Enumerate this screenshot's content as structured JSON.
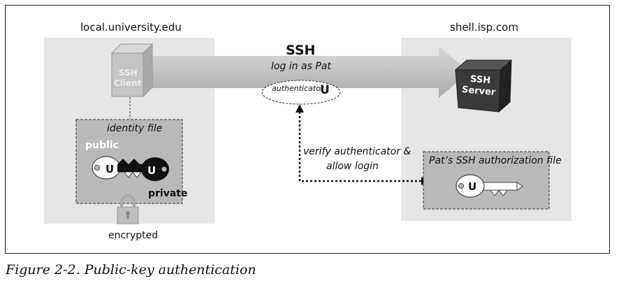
{
  "client": {
    "host": "local.university.edu",
    "box_label_line1": "SSH",
    "box_label_line2": "Client",
    "identity_file_label": "identity file",
    "public_label": "public",
    "private_label": "private",
    "encrypted_label": "encrypted",
    "key_letter": "U"
  },
  "server": {
    "host": "shell.isp.com",
    "box_label_line1": "SSH",
    "box_label_line2": "Server",
    "auth_file_label": "Pat’s SSH authorization file",
    "key_letter": "U"
  },
  "connection": {
    "protocol": "SSH",
    "action": "log in as Pat",
    "authenticator_label": "authenticator",
    "authenticator_letter": "U",
    "verify_line1": "verify authenticator &",
    "verify_line2": "allow login"
  },
  "caption": "Figure 2-2. Public-key authentication",
  "colors": {
    "panel": "#e6e6e6",
    "inner_box": "#b9b9b9",
    "arrow": "#bdbdbd",
    "server_box": "#3a3a3a",
    "client_box": "#c4c4c4"
  }
}
